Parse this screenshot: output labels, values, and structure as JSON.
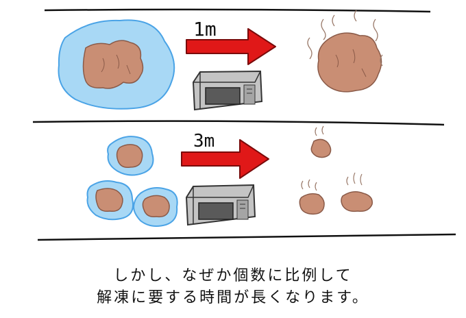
{
  "colors": {
    "ice_fill": "#a8d8f5",
    "ice_stroke": "#4aa3e6",
    "meat_fill": "#c98e74",
    "meat_stroke": "#8a5a48",
    "arrow_fill": "#e01818",
    "arrow_stroke": "#7a0a0a",
    "oven_body": "#c4c4c4",
    "oven_window": "#5a5a5a",
    "steam": "#9a7a6a",
    "line": "#111111"
  },
  "top_panel": {
    "time_label": "1m"
  },
  "bottom_panel": {
    "time_label": "3m"
  },
  "caption": {
    "line1": "しかし、なぜか個数に比例して",
    "line2": "解凍に要する時間が長くなります。"
  }
}
